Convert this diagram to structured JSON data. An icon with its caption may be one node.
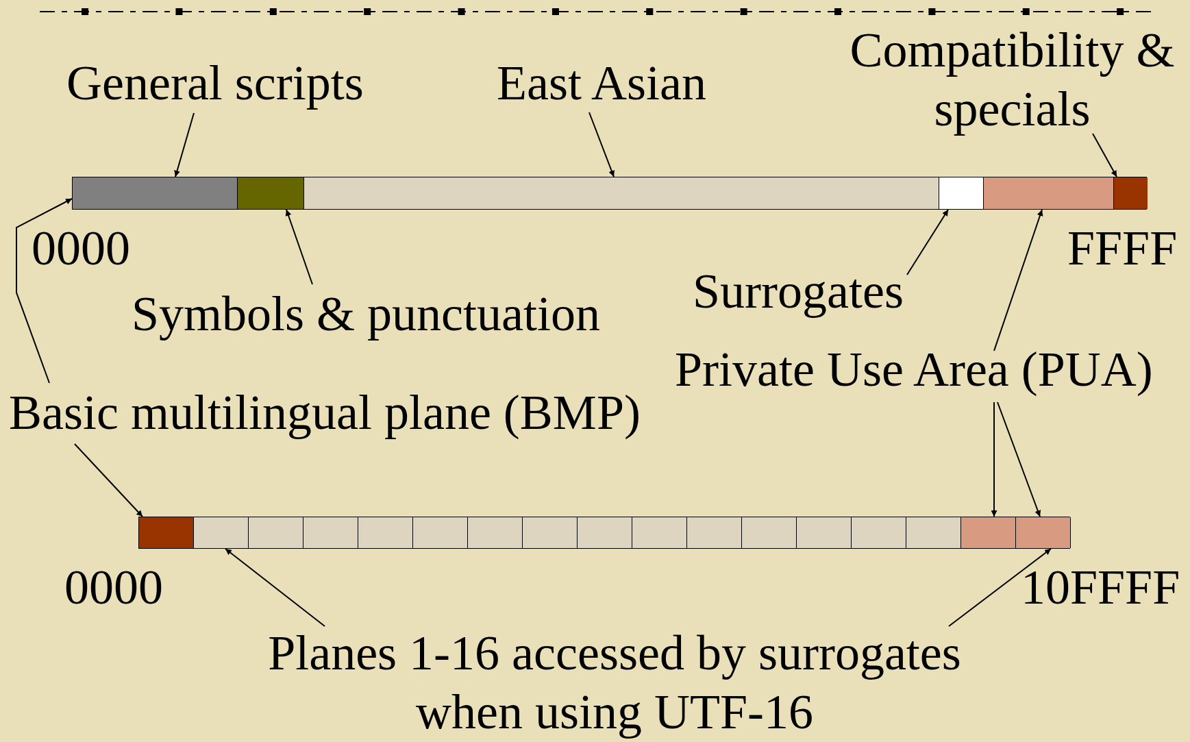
{
  "diagram": {
    "nodes": [
      {
        "text": [
          "General scripts"
        ]
      },
      {
        "text": [
          "East Asian"
        ]
      },
      {
        "text": [
          "Compatibility & specials"
        ]
      },
      {
        "text": [],
        "shape": "bar"
      },
      {
        "text": [],
        "shape": "box",
        "in": 3
      },
      {
        "text": [],
        "shape": "box",
        "in": 3
      },
      {
        "text": [],
        "shape": "box",
        "in": 3
      },
      {
        "text": [],
        "shape": "box",
        "in": 3
      },
      {
        "text": [],
        "shape": "box",
        "in": 3
      },
      {
        "text": [],
        "shape": "box",
        "in": 3
      },
      {
        "text": [
          "Surrogates"
        ]
      },
      {
        "text": [
          "Symbols & punctuation"
        ]
      },
      {
        "text": [
          "Private Use Area (PUA)"
        ]
      },
      {
        "text": [
          "Basic multilingual plane (BMP)"
        ]
      },
      {
        "text": [],
        "shape": "bar"
      },
      {
        "text": [],
        "shape": "box",
        "in": 14
      },
      {
        "text": [],
        "shape": "box",
        "in": 14
      },
      {
        "text": [],
        "shape": "box",
        "in": 14
      },
      {
        "text": [],
        "shape": "box",
        "in": 14
      },
      {
        "text": [],
        "shape": "box",
        "in": 14
      },
      {
        "text": [],
        "shape": "box",
        "in": 14
      },
      {
        "text": [],
        "shape": "box",
        "in": 14
      },
      {
        "text": [],
        "shape": "box",
        "in": 14
      },
      {
        "text": [],
        "shape": "box",
        "in": 14
      },
      {
        "text": [],
        "shape": "box",
        "in": 14
      },
      {
        "text": [],
        "shape": "box",
        "in": 14
      },
      {
        "text": [],
        "shape": "box",
        "in": 14
      },
      {
        "text": [],
        "shape": "box",
        "in": 14
      },
      {
        "text": [],
        "shape": "box",
        "in": 14
      },
      {
        "text": [],
        "shape": "box",
        "in": 14
      },
      {
        "text": [],
        "shape": "box",
        "in": 14
      },
      {
        "text": [],
        "shape": "box",
        "in": 14
      },
      {
        "text": [
          "Planes 1-16 accessed by surrogates when using UTF-16"
        ]
      }
    ],
    "edges": [
      {
        "from": 0,
        "to": 4,
        "arrow": "to"
      },
      {
        "from": 1,
        "to": 6,
        "arrow": "to"
      },
      {
        "from": 2,
        "to": 9,
        "arrow": "to"
      },
      {
        "from": 11,
        "to": 5,
        "arrow": "to"
      },
      {
        "from": 10,
        "to": 7,
        "arrow": "to"
      },
      {
        "from": 12,
        "to": 8,
        "arrow": "to"
      },
      {
        "from": 12,
        "to": 30,
        "arrow": "to"
      },
      {
        "from": 12,
        "to": 31,
        "arrow": "to"
      },
      {
        "from": 13,
        "to": 3,
        "arrow": "to"
      },
      {
        "from": 13,
        "to": 15,
        "arrow": "to"
      },
      {
        "from": 32,
        "to": 16,
        "arrow": "to"
      },
      {
        "from": 32,
        "to": 31,
        "arrow": "to"
      }
    ],
    "labels": [
      "0000",
      "FFFF",
      "0000",
      "10FFFF"
    ]
  }
}
